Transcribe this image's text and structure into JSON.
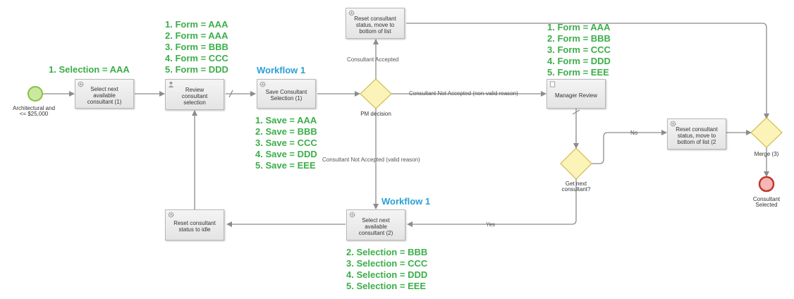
{
  "diagram": {
    "start_event": {
      "label": "Architectural and\n<= $25,000"
    },
    "end_event": {
      "label": "Consultant\nSelected"
    },
    "tasks": {
      "select_next_1": "Select next\navailable\nconsultant (1)",
      "review": "Review\nconsultant\nselection",
      "save_selection": "Save Consultant\nSelection (1)",
      "reset_top": "Reset consultant\nstatus, move to\nbottom of list",
      "manager_review": "Manager Review",
      "reset_right": "Reset consultant\nstatus, move to\nbottom of list (2",
      "select_next_2": "Select next\navailable\nconsultant (2)",
      "reset_idle": "Reset consultant\nstatus to idle"
    },
    "gateways": {
      "pm_decision": "PM decision",
      "get_next": "Get next\nconsultant?",
      "merge": "Merge (3)"
    },
    "flow_labels": {
      "accepted": "Consultant Accepted",
      "not_accepted_nonvalid": "Consultant Not Accepted (non-valid reason)",
      "not_accepted_valid": "Consultant Not Accepted (valid reason)",
      "no": "No",
      "yes": "Yes"
    }
  },
  "annotations": {
    "selection_1": [
      "1. Selection = AAA"
    ],
    "forms_review": [
      "1. Form = AAA",
      "2. Form = AAA",
      "3. Form = BBB",
      "4. Form = CCC",
      "5. Form = DDD"
    ],
    "workflow_top": "Workflow 1",
    "saves": [
      "1. Save = AAA",
      "2. Save = BBB",
      "3. Save = CCC",
      "4. Save = DDD",
      "5. Save = EEE"
    ],
    "forms_manager": [
      "1. Form = AAA",
      "2. Form = BBB",
      "3. Form = CCC",
      "4. Form = DDD",
      "5. Form = EEE"
    ],
    "workflow_bottom": "Workflow 1",
    "selections_2": [
      "2. Selection = BBB",
      "3. Selection = CCC",
      "4. Selection = DDD",
      "5. Selection = EEE"
    ]
  },
  "colors": {
    "annotation_green": "#3cae4a",
    "workflow_blue": "#2a9fd6",
    "start_green": "#c9e8a0",
    "end_red": "#f4b6b6",
    "gateway_yellow": "#fbf3b8",
    "connector_gray": "#8c8c8c"
  }
}
